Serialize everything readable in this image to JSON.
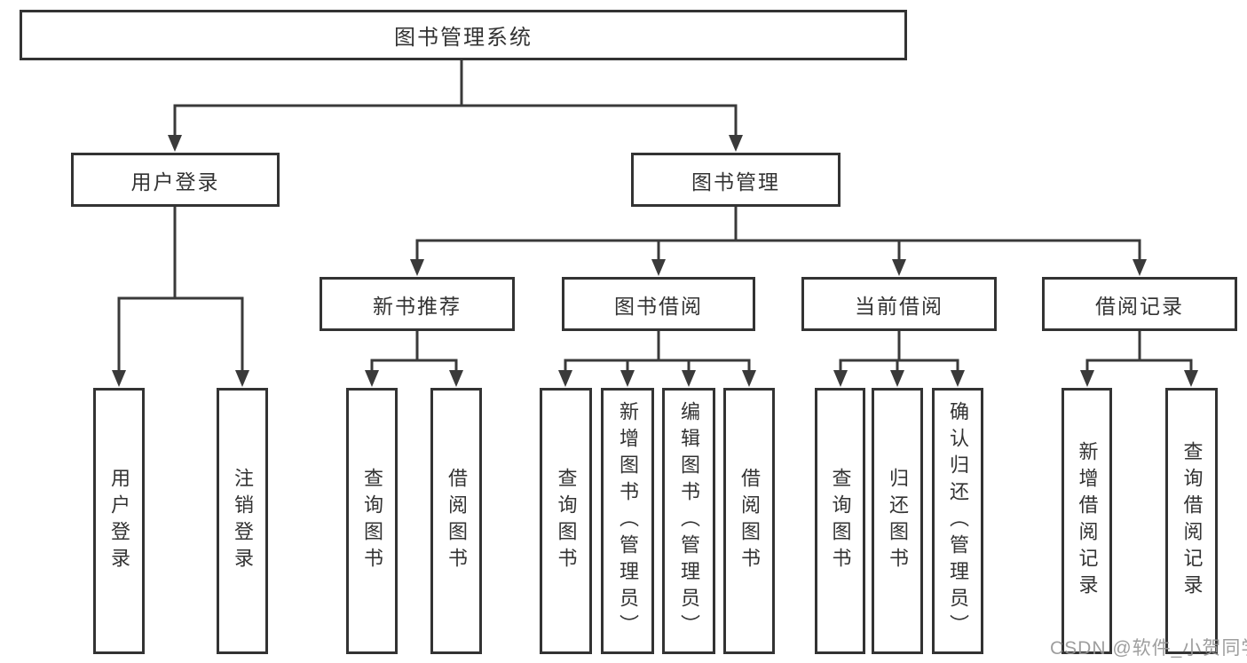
{
  "tree": {
    "root": {
      "label": "图书管理系统",
      "children": [
        {
          "label": "用户登录",
          "children": [
            {
              "label": "用户登录"
            },
            {
              "label": "注销登录"
            }
          ]
        },
        {
          "label": "图书管理",
          "children": [
            {
              "label": "新书推荐",
              "children": [
                {
                  "label": "查询图书"
                },
                {
                  "label": "借阅图书"
                }
              ]
            },
            {
              "label": "图书借阅",
              "children": [
                {
                  "label": "查询图书"
                },
                {
                  "label": "新增图书（管理员）"
                },
                {
                  "label": "编辑图书（管理员）"
                },
                {
                  "label": "借阅图书"
                }
              ]
            },
            {
              "label": "当前借阅",
              "children": [
                {
                  "label": "查询图书"
                },
                {
                  "label": "归还图书"
                },
                {
                  "label": "确认归还（管理员）"
                }
              ]
            },
            {
              "label": "借阅记录",
              "children": [
                {
                  "label": "新增借阅记录"
                },
                {
                  "label": "查询借阅记录"
                }
              ]
            }
          ]
        }
      ]
    }
  },
  "watermark": {
    "text": "CSDN @软件_小贺同学"
  },
  "colors": {
    "line": "#3a3a3a",
    "box_border": "#333333",
    "text": "#333333",
    "watermark": "#969696",
    "background": "#ffffff"
  }
}
